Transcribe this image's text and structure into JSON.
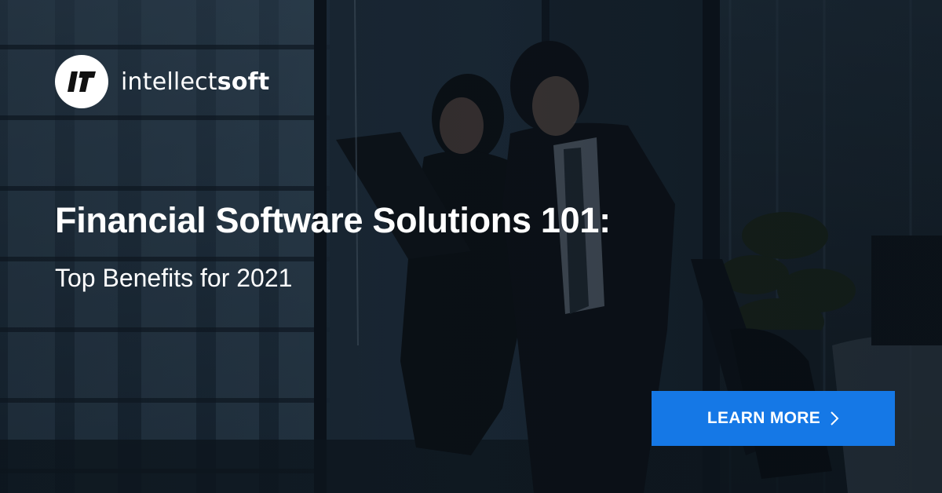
{
  "logo": {
    "brand_light": "intellect",
    "brand_bold": "soft",
    "icon": "intellectsoft-logo-icon"
  },
  "headline": "Financial Software Solutions 101:",
  "subhead": "Top Benefits for 2021",
  "cta": {
    "label": "LEARN MORE",
    "icon": "chevron-right-icon",
    "color": "#1578e6"
  },
  "colors": {
    "text": "#ffffff",
    "background": "#0d1620"
  }
}
